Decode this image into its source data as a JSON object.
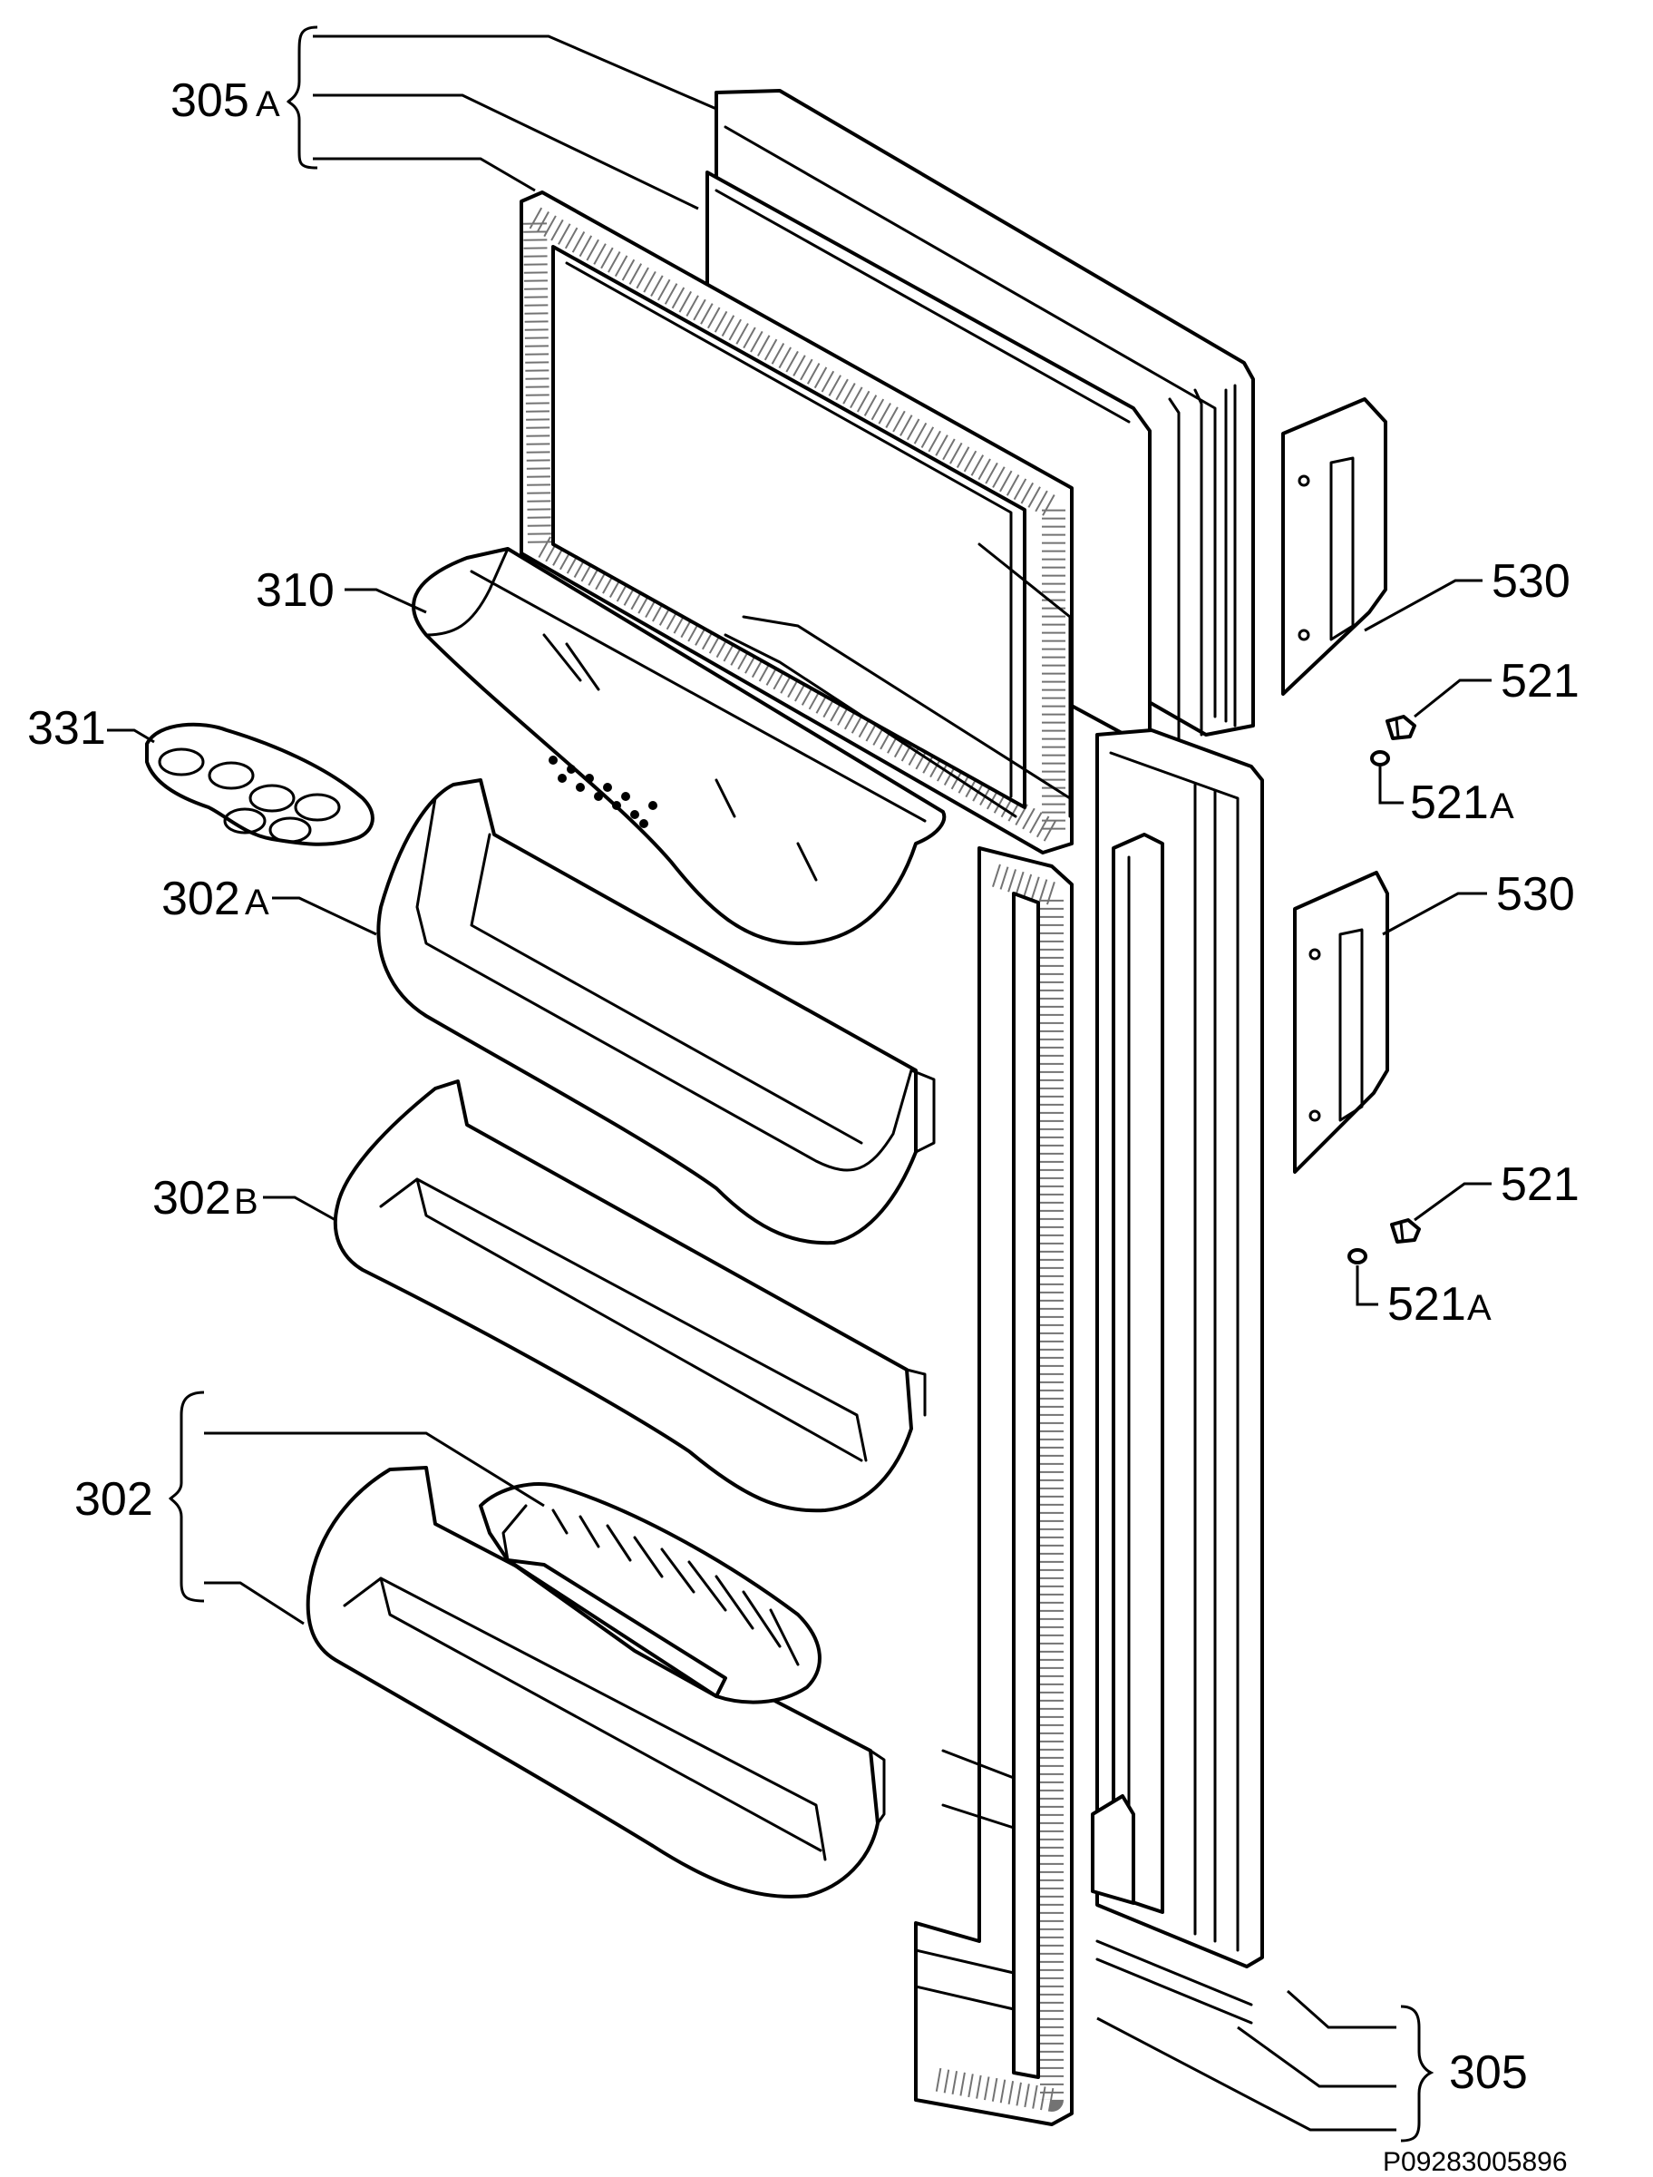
{
  "diagram": {
    "labels": {
      "p305a_num": "305",
      "p305a_suffix": "A",
      "p310": "310",
      "p331": "331",
      "p302a_num": "302",
      "p302a_suffix": "A",
      "p302b_num": "302",
      "p302b_suffix": "B",
      "p302": "302",
      "p530_upper": "530",
      "p521_upper": "521",
      "p521a_upper_num": "521",
      "p521a_upper_suffix": "A",
      "p530_lower": "530",
      "p521_lower": "521",
      "p521a_lower_num": "521",
      "p521a_lower_suffix": "A",
      "p305": "305"
    },
    "drawing_code": "P09283005896"
  }
}
